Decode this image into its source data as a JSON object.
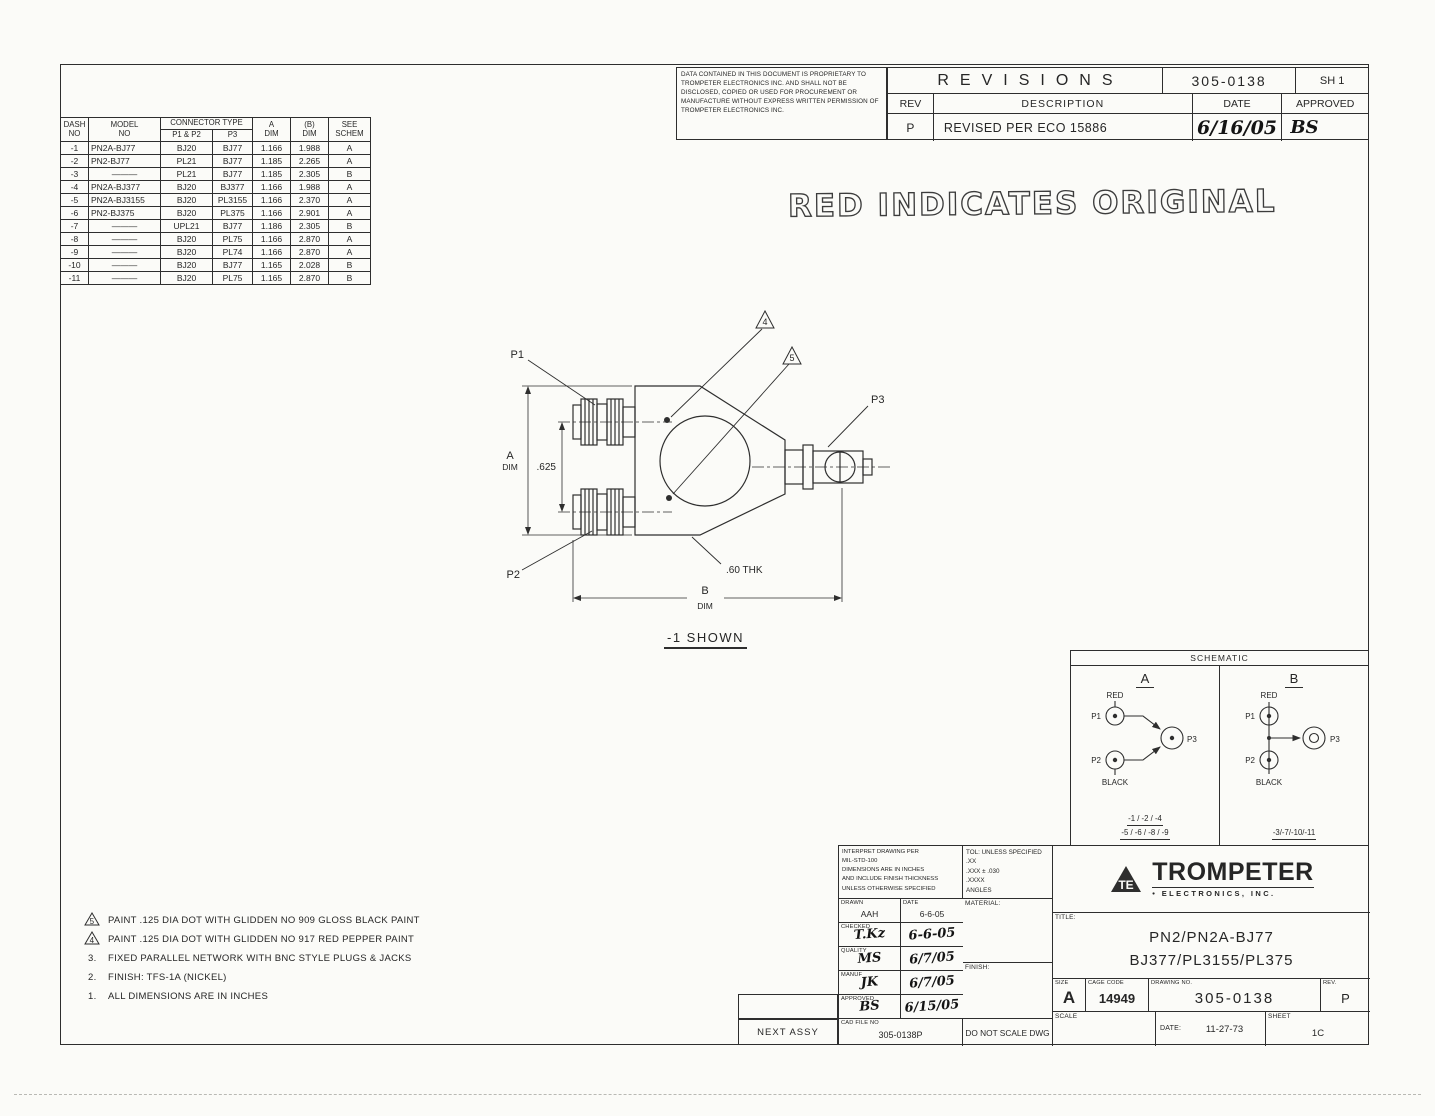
{
  "sheet": {
    "proprietary_notice": "DATA CONTAINED IN THIS DOCUMENT IS PROPRIETARY TO TROMPETER ELECTRONICS INC. AND SHALL NOT BE DISCLOSED, COPIED OR USED FOR PROCUREMENT OR MANUFACTURE WITHOUT EXPRESS WRITTEN PERMISSION OF TROMPETER ELECTRONICS INC.",
    "stamp": "RED INDICATES ORIGINAL"
  },
  "revisions": {
    "title": "REVISIONS",
    "drawing_no": "305-0138",
    "sheet": "SH 1",
    "col_rev": "REV",
    "col_description": "DESCRIPTION",
    "col_date": "DATE",
    "col_approved": "APPROVED",
    "rows": [
      {
        "rev": "P",
        "description": "REVISED PER ECO 15886",
        "date": "6/16/05",
        "approved": "BS"
      }
    ]
  },
  "parts_table": {
    "headers": {
      "dash": "DASH\nNO",
      "model": "MODEL\nNO",
      "connector_type": "CONNECTOR TYPE",
      "p1p2": "P1 & P2",
      "p3": "P3",
      "a_dim": "A\nDIM",
      "b_dim": "(B)\nDIM",
      "see_schem": "SEE\nSCHEM"
    },
    "rows": [
      [
        "-1",
        "PN2A-BJ77",
        "BJ20",
        "BJ77",
        "1.166",
        "1.988",
        "A"
      ],
      [
        "-2",
        "PN2-BJ77",
        "PL21",
        "BJ77",
        "1.185",
        "2.265",
        "A"
      ],
      [
        "-3",
        "———",
        "PL21",
        "BJ77",
        "1.185",
        "2.305",
        "B"
      ],
      [
        "-4",
        "PN2A-BJ377",
        "BJ20",
        "BJ377",
        "1.166",
        "1.988",
        "A"
      ],
      [
        "-5",
        "PN2A-BJ3155",
        "BJ20",
        "PL3155",
        "1.166",
        "2.370",
        "A"
      ],
      [
        "-6",
        "PN2-BJ375",
        "BJ20",
        "PL375",
        "1.166",
        "2.901",
        "A"
      ],
      [
        "-7",
        "———",
        "UPL21",
        "BJ77",
        "1.186",
        "2.305",
        "B"
      ],
      [
        "-8",
        "———",
        "BJ20",
        "PL75",
        "1.166",
        "2.870",
        "A"
      ],
      [
        "-9",
        "———",
        "BJ20",
        "PL74",
        "1.166",
        "2.870",
        "A"
      ],
      [
        "-10",
        "———",
        "BJ20",
        "BJ77",
        "1.165",
        "2.028",
        "B"
      ],
      [
        "-11",
        "———",
        "BJ20",
        "PL75",
        "1.165",
        "2.870",
        "B"
      ]
    ]
  },
  "drawing": {
    "p1": "P1",
    "p2": "P2",
    "p3": "P3",
    "dim_a_top": "A",
    "dim_a_bottom": "DIM",
    "dim_625": ".625",
    "thk": ".60 THK",
    "dim_b_top": "B",
    "dim_b_bottom": "DIM",
    "flag_4": "4",
    "flag_5": "5",
    "caption": "-1 SHOWN"
  },
  "schematic": {
    "title": "SCHEMATIC",
    "a": {
      "label": "A",
      "red": "RED",
      "black": "BLACK",
      "p1": "P1",
      "p2": "P2",
      "p3": "P3",
      "dash_line1": "-1 / -2 / -4",
      "dash_line2": "-5 / -6 / -8 / -9"
    },
    "b": {
      "label": "B",
      "red": "RED",
      "black": "BLACK",
      "p1": "P1",
      "p2": "P2",
      "p3": "P3",
      "dash_line1": "-3/-7/-10/-11"
    }
  },
  "notes": {
    "items": [
      {
        "marker": "5",
        "text": "PAINT .125 DIA DOT WITH GLIDDEN NO 909 GLOSS BLACK PAINT"
      },
      {
        "marker": "4",
        "text": "PAINT .125 DIA DOT WITH GLIDDEN NO 917 RED PEPPER PAINT"
      },
      {
        "marker": "3.",
        "text": "FIXED PARALLEL NETWORK WITH BNC STYLE PLUGS & JACKS"
      },
      {
        "marker": "2.",
        "text": "FINISH: TFS-1A (NICKEL)"
      },
      {
        "marker": "1.",
        "text": "ALL DIMENSIONS ARE IN INCHES"
      }
    ]
  },
  "title_block": {
    "interpret": "INTERPRET DRAWING PER\nMIL-STD-100\nDIMENSIONS ARE IN INCHES\nAND INCLUDE FINISH THICKNESS\nUNLESS OTHERWISE SPECIFIED",
    "tolerance": "TOL: UNLESS SPECIFIED\n.XX\n.XXX  ±  .030\n.XXXX\nANGLES",
    "sign_rows": [
      {
        "label": "DRAWN",
        "name": "AAH",
        "date_label": "DATE",
        "date": "6-6-05"
      },
      {
        "label": "CHECKED",
        "name": "T.Kz",
        "date": "6-6-05"
      },
      {
        "label": "QUALITY",
        "name": "MS",
        "date": "6/7/05"
      },
      {
        "label": "MANUF",
        "name": "JK",
        "date": "6/7/05"
      },
      {
        "label": "APPROVED",
        "name": "BS",
        "date": "6/15/05"
      }
    ],
    "cad_file_label": "CAD FILE NO",
    "cad_file": "305-0138P",
    "material_label": "MATERIAL:",
    "finish_label": "FINISH:",
    "do_not_scale": "DO NOT SCALE DWG",
    "next_assy": "NEXT ASSY",
    "logo_te": "TE",
    "company_name": "TROMPETER",
    "company_sub": "• ELECTRONICS, INC.",
    "title_label": "TITLE:",
    "title_line1": "PN2/PN2A-BJ77",
    "title_line2": "BJ377/PL3155/PL375",
    "size_label": "SIZE",
    "size": "A",
    "cage_label": "CAGE CODE",
    "cage": "14949",
    "drawing_no_label": "DRAWING NO.",
    "drawing_no": "305-0138",
    "rev_label": "REV.",
    "rev": "P",
    "scale_label": "SCALE",
    "date_label": "DATE:",
    "date": "11-27-73",
    "sheet_label": "SHEET",
    "sheet": "1C"
  }
}
